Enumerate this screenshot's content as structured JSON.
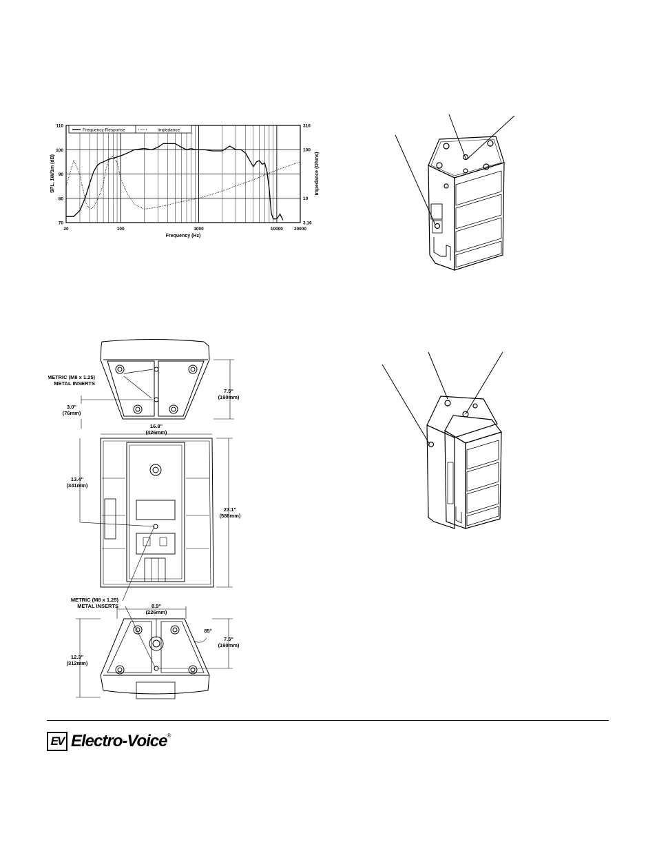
{
  "chart_data": {
    "type": "line",
    "legend": [
      "Frequency Response",
      "Impedance"
    ],
    "xlabel": "Frequency (Hz)",
    "ylabel_left": "SPL, 1W/1m (dB)",
    "ylabel_right": "Impedance (Ohms)",
    "x_ticks": [
      "20",
      "100",
      "1000",
      "10000",
      "20000"
    ],
    "y_left_ticks": [
      "110",
      "100",
      "90",
      "80",
      "70"
    ],
    "y_right_ticks": [
      "316",
      "100",
      "10",
      "3.16"
    ],
    "xlim": [
      20,
      20000
    ],
    "ylim_left": [
      70,
      110
    ],
    "ylim_right": [
      3.16,
      316
    ],
    "x_scale": "log",
    "y_right_scale": "log",
    "grid": true,
    "legend_placement": "top-left",
    "series": [
      {
        "name": "Frequency Response",
        "axis": "left",
        "x": [
          20,
          25,
          30,
          35,
          40,
          45,
          50,
          55,
          60,
          70,
          80,
          90,
          100,
          120,
          150,
          200,
          250,
          300,
          350,
          400,
          500,
          600,
          700,
          800,
          900,
          1000,
          1200,
          1500,
          2000,
          2500,
          3000,
          3500,
          4000,
          5000,
          5500,
          6000,
          6500,
          7000,
          7500,
          8000,
          8500,
          9000,
          10000,
          11000,
          12000
        ],
        "y": [
          72.5,
          72.5,
          75,
          80,
          86,
          91,
          93.5,
          94.5,
          95,
          96,
          96.5,
          97,
          97.5,
          98.5,
          100,
          100.5,
          100,
          101,
          102.5,
          102.5,
          102.5,
          101,
          100,
          100.5,
          100,
          100,
          100,
          99.5,
          99.5,
          101.5,
          100,
          100,
          98.5,
          93,
          95,
          95.5,
          94,
          94.5,
          91,
          84,
          74,
          71.5,
          71.5,
          73.5,
          71
        ]
      },
      {
        "name": "Impedance",
        "axis": "right",
        "x": [
          20,
          22,
          25,
          28,
          30,
          33,
          36,
          40,
          45,
          50,
          55,
          60,
          65,
          70,
          75,
          80,
          90,
          100,
          120,
          150,
          200,
          250,
          300,
          400,
          500,
          700,
          1000,
          2000,
          3000,
          5000,
          8000,
          10000,
          15000,
          20000
        ],
        "y": [
          18,
          30,
          60,
          40,
          30,
          15,
          8,
          6,
          6.5,
          9,
          13,
          20,
          40,
          60,
          70,
          72,
          55,
          26,
          13,
          7.5,
          6,
          6.3,
          6.6,
          7.3,
          8,
          9,
          10,
          14,
          18,
          24,
          33,
          38,
          48,
          56
        ]
      }
    ]
  },
  "dimensions": {
    "metric_inserts_1": "METRIC (M8 x 1.25)",
    "metal_inserts_1": "METAL INSERTS",
    "metric_inserts_2": "METRIC (M8 x 1.25)",
    "metal_inserts_2": "METAL INSERTS",
    "top_depth_in": "7.5\"",
    "top_depth_mm": "(190mm)",
    "insert_spacing_in": "3.0\"",
    "insert_spacing_mm": "(76mm)",
    "width_in": "16.8\"",
    "width_mm": "(426mm)",
    "side_height_in": "13.4\"",
    "side_height_mm": "(341mm)",
    "total_height_in": "23.1\"",
    "total_height_mm": "(588mm)",
    "bottom_width_in": "8.9\"",
    "bottom_width_mm": "(226mm)",
    "angle": "85°",
    "bottom_depth_in": "7.5\"",
    "bottom_depth_mm": "(190mm)",
    "bottom_total_in": "12.3\"",
    "bottom_total_mm": "(312mm)"
  },
  "footer": {
    "logo_mark": "EV",
    "brand": "Electro-Voice",
    "registered": "®"
  }
}
